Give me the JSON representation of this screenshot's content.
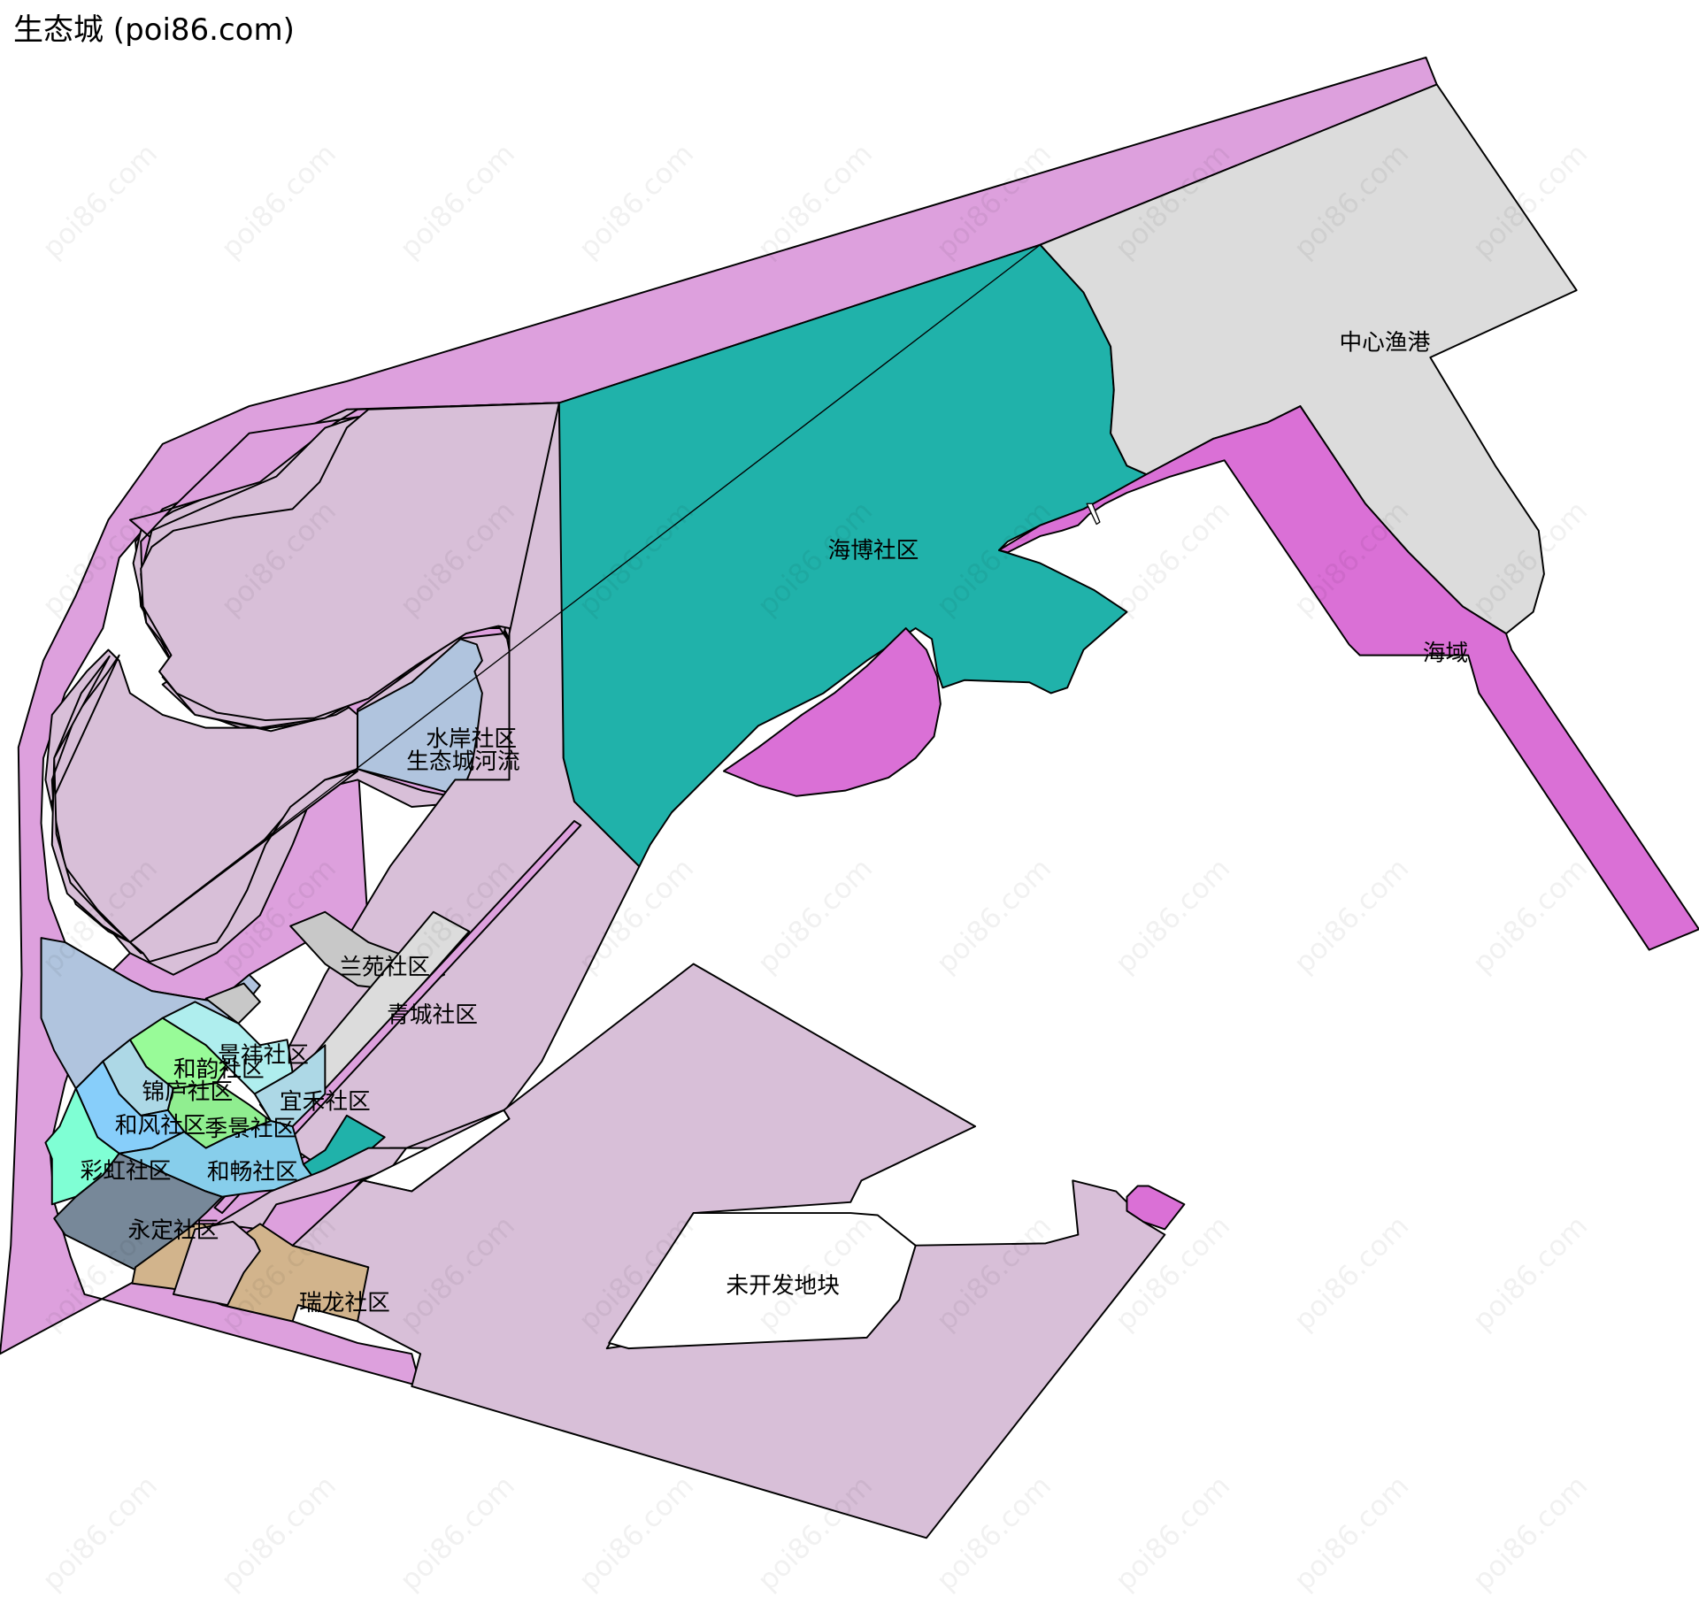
{
  "title": "生态城 (poi86.com)",
  "watermark": "poi86.com",
  "colors": {
    "road_violet": "#DDA0DD",
    "thistle": "#D8BFD8",
    "teal": "#20B2AA",
    "light_gray": "#DCDCDC",
    "gray": "#C8C8C8",
    "orchid": "#DA70D6",
    "light_steel_blue": "#B0C4DE",
    "pale_turquoise": "#AFEEEE",
    "pale_green": "#98FB98",
    "light_green": "#90EE90",
    "light_sky_blue": "#87CEFA",
    "sky_blue": "#87CEEB",
    "light_blue_2": "#ADD8E6",
    "aquamarine": "#7FFFD4",
    "slate_gray": "#778899",
    "tan": "#D2B48C",
    "white": "#FFFFFF"
  },
  "labels": {
    "haibo": "海博社区",
    "zhongxin_yugang": "中心渔港",
    "haiyu": "海域",
    "shuian": "水岸社区",
    "river": "生态城河流",
    "lanyuan": "兰苑社区",
    "qingcheng": "青城社区",
    "jingyi": "景祎社区",
    "heyun": "和韵社区",
    "jinlu": "锦庐社区",
    "yihe": "宜禾社区",
    "hefeng": "和风社区",
    "jijing": "季景社区",
    "caihong": "彩虹社区",
    "hechang": "和畅社区",
    "yongding": "永定社区",
    "ruilong": "瑞龙社区",
    "weikaifa": "未开发地块"
  },
  "chart_data": {
    "type": "map",
    "title": "生态城 (poi86.com)",
    "regions": [
      {
        "name": "海博社区",
        "color": "#20B2AA"
      },
      {
        "name": "中心渔港",
        "color": "#DCDCDC"
      },
      {
        "name": "海域",
        "color": "#DA70D6"
      },
      {
        "name": "水岸社区",
        "color": "#B0C4DE"
      },
      {
        "name": "生态城河流",
        "color": "#DDA0DD"
      },
      {
        "name": "兰苑社区",
        "color": "#C8C8C8"
      },
      {
        "name": "青城社区",
        "color": "#D8BFD8"
      },
      {
        "name": "景祎社区",
        "color": "#AFEEEE"
      },
      {
        "name": "和韵社区",
        "color": "#98FB98"
      },
      {
        "name": "锦庐社区",
        "color": "#ADD8E6"
      },
      {
        "name": "宜禾社区",
        "color": "#20B2AA"
      },
      {
        "name": "和风社区",
        "color": "#87CEFA"
      },
      {
        "name": "季景社区",
        "color": "#90EE90"
      },
      {
        "name": "彩虹社区",
        "color": "#7FFFD4"
      },
      {
        "name": "和畅社区",
        "color": "#87CEEB"
      },
      {
        "name": "永定社区",
        "color": "#778899"
      },
      {
        "name": "瑞龙社区",
        "color": "#D2B48C"
      },
      {
        "name": "未开发地块",
        "color": "#FFFFFF"
      }
    ]
  }
}
